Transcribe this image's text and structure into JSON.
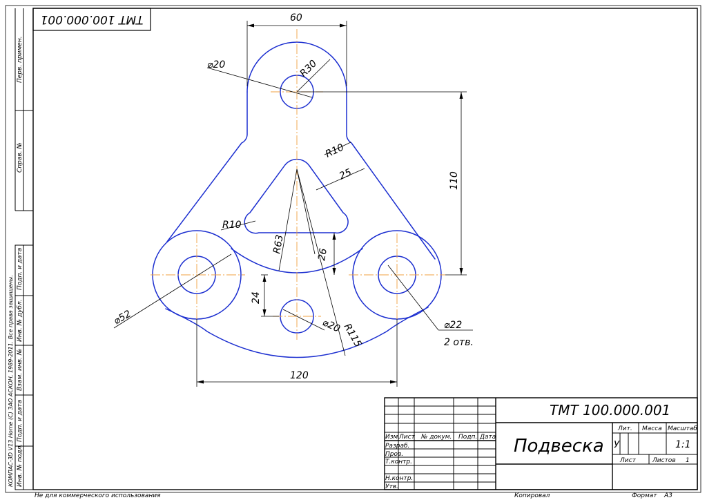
{
  "drawing": {
    "designation": "ТМТ 100.000.001",
    "designation_top": "ТМТ 100.000.001",
    "part_name": "Подвеска",
    "dims": {
      "width_top": "60",
      "hole_top": "⌀20",
      "radius_top": "R30",
      "fillet_right": "R10",
      "slot_width": "25",
      "height_main": "110",
      "fillet_left": "R10",
      "radius_inner": "R63",
      "dist_26": "26",
      "dist_24": "24",
      "boss_left": "⌀52",
      "hole_bottom": "⌀20",
      "radius_outer": "R115",
      "holes_right": "⌀22",
      "holes_count": "2 отв.",
      "width_bottom": "120"
    }
  },
  "side_strip": {
    "perv_primen": "Перв. примен.",
    "sprav_no": "Справ. №",
    "podp_data_1": "Подп. и дата",
    "inv_dubl": "Инв. № дубл.",
    "vzam_inv": "Взам. инв. №",
    "podp_data_2": "Подп. и дата",
    "inv_podl": "Инв. № подл.",
    "kompas_note": "КОМПАС-3D V13 Home (С) ЗАО АСКОН, 1989-2011. Все права защищены."
  },
  "title_block": {
    "izm": "Изм.",
    "list": "Лист",
    "dokum": "№ докум.",
    "podp": "Подп.",
    "data": "Дата",
    "razrab": "Разраб.",
    "prov": "Пров.",
    "tkontr": "Т.контр.",
    "nkontr": "Н.контр.",
    "utv": "Утв.",
    "lit": "Лит.",
    "massa": "Масса",
    "masshtab": "Масштаб",
    "lit_value": "У",
    "scale_value": "1:1",
    "sheet_label": "Лист",
    "sheets_label": "Листов",
    "sheets_value": "1"
  },
  "footer": {
    "not_commercial": "Не для коммерческого использования",
    "kopiroval": "Копировал",
    "format": "Формат",
    "format_value": "A3"
  },
  "colors": {
    "frame": "#000000",
    "contour": "#1c2fd0",
    "axis": "#f0a040"
  }
}
